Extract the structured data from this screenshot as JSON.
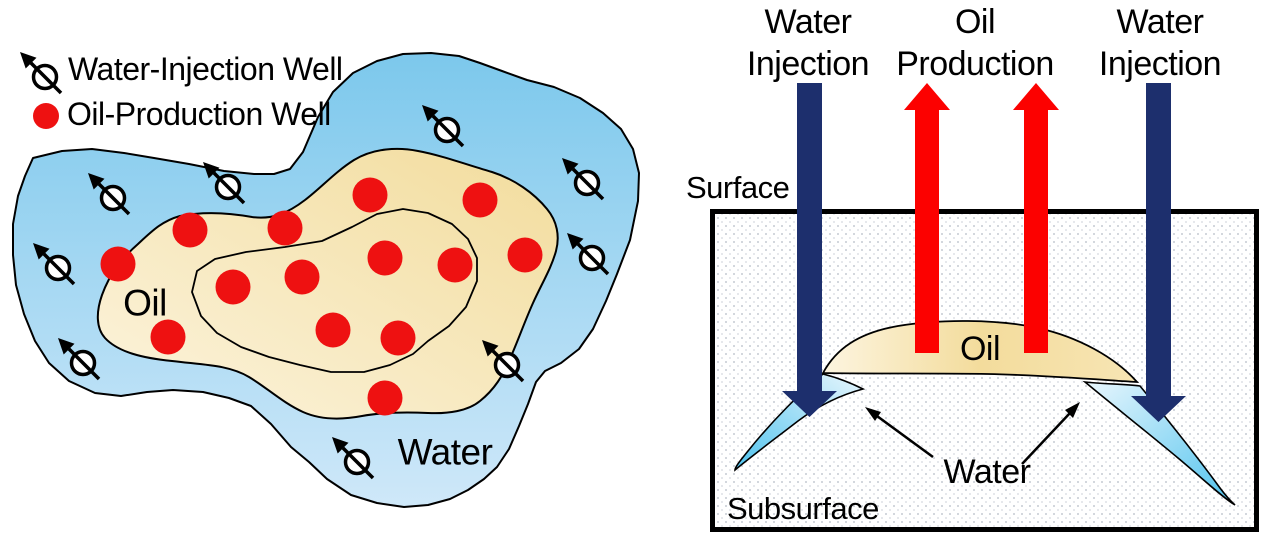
{
  "colors": {
    "water_blue_top": "#7cc8ec",
    "water_blue_bottom": "#cfe8f9",
    "oil_tan": "#f2dc9c",
    "oil_tan_light": "#fcf4de",
    "production_well_red": "#ee1111",
    "injection_arrow_navy": "#1d2f6d",
    "production_arrow_red": "#fc0100",
    "wedge_blue_deep": "#50c3ee",
    "wedge_blue_light": "#e8f6fd",
    "outline_black": "#000000"
  },
  "legend": {
    "injection_well_label": "Water-Injection Well",
    "production_well_label": "Oil-Production Well"
  },
  "map_view": {
    "oil_label": "Oil",
    "water_label": "Water",
    "injection_wells": [
      [
        113,
        198
      ],
      [
        228,
        187
      ],
      [
        447,
        130
      ],
      [
        587,
        183
      ],
      [
        592,
        258
      ],
      [
        58,
        268
      ],
      [
        83,
        363
      ],
      [
        507,
        365
      ],
      [
        357,
        462
      ]
    ],
    "production_wells": [
      [
        370,
        195
      ],
      [
        480,
        200
      ],
      [
        190,
        230
      ],
      [
        285,
        228
      ],
      [
        118,
        264
      ],
      [
        385,
        258
      ],
      [
        455,
        265
      ],
      [
        525,
        255
      ],
      [
        233,
        287
      ],
      [
        302,
        277
      ],
      [
        168,
        337
      ],
      [
        333,
        330
      ],
      [
        398,
        338
      ],
      [
        385,
        398
      ]
    ]
  },
  "cross_section_view": {
    "top_labels": [
      {
        "line1": "Water",
        "line2": "Injection"
      },
      {
        "line1": "Oil",
        "line2": "Production"
      },
      {
        "line1": "Water",
        "line2": "Injection"
      }
    ],
    "surface_label": "Surface",
    "subsurface_label": "Subsurface",
    "oil_label": "Oil",
    "water_label": "Water"
  }
}
